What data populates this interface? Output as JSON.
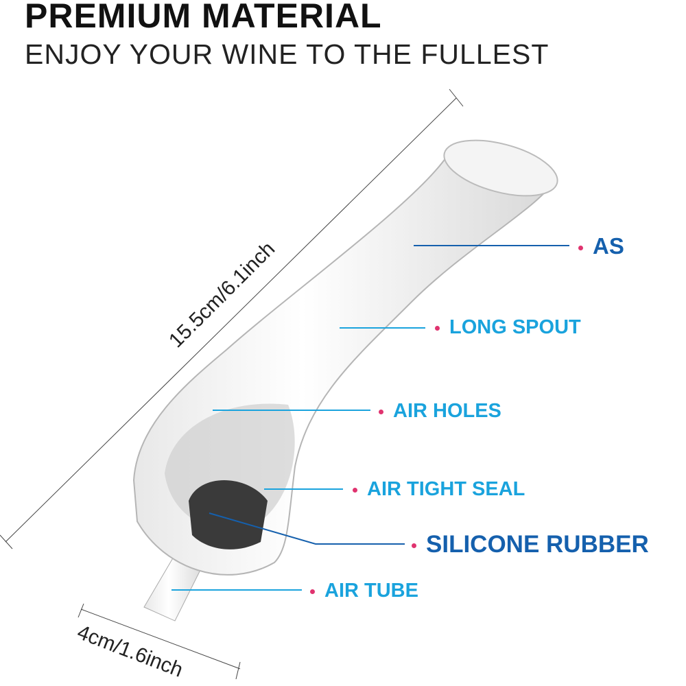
{
  "header": {
    "title": "PREMIUM MATERIAL",
    "subtitle": "ENJOY YOUR WINE TO THE FULLEST"
  },
  "dimensions": {
    "length": "15.5cm/6.1inch",
    "width": "4cm/1.6inch"
  },
  "labels": [
    {
      "text": "AS",
      "style": "dark"
    },
    {
      "text": "LONG SPOUT",
      "style": "light"
    },
    {
      "text": "AIR HOLES",
      "style": "light"
    },
    {
      "text": "AIR TIGHT SEAL",
      "style": "light"
    },
    {
      "text": "SILICONE RUBBER",
      "style": "dark"
    },
    {
      "text": "AIR TUBE",
      "style": "light"
    }
  ],
  "colors": {
    "dot": "#e0336f",
    "light": "#1aa3dd",
    "dark": "#1560ad"
  }
}
